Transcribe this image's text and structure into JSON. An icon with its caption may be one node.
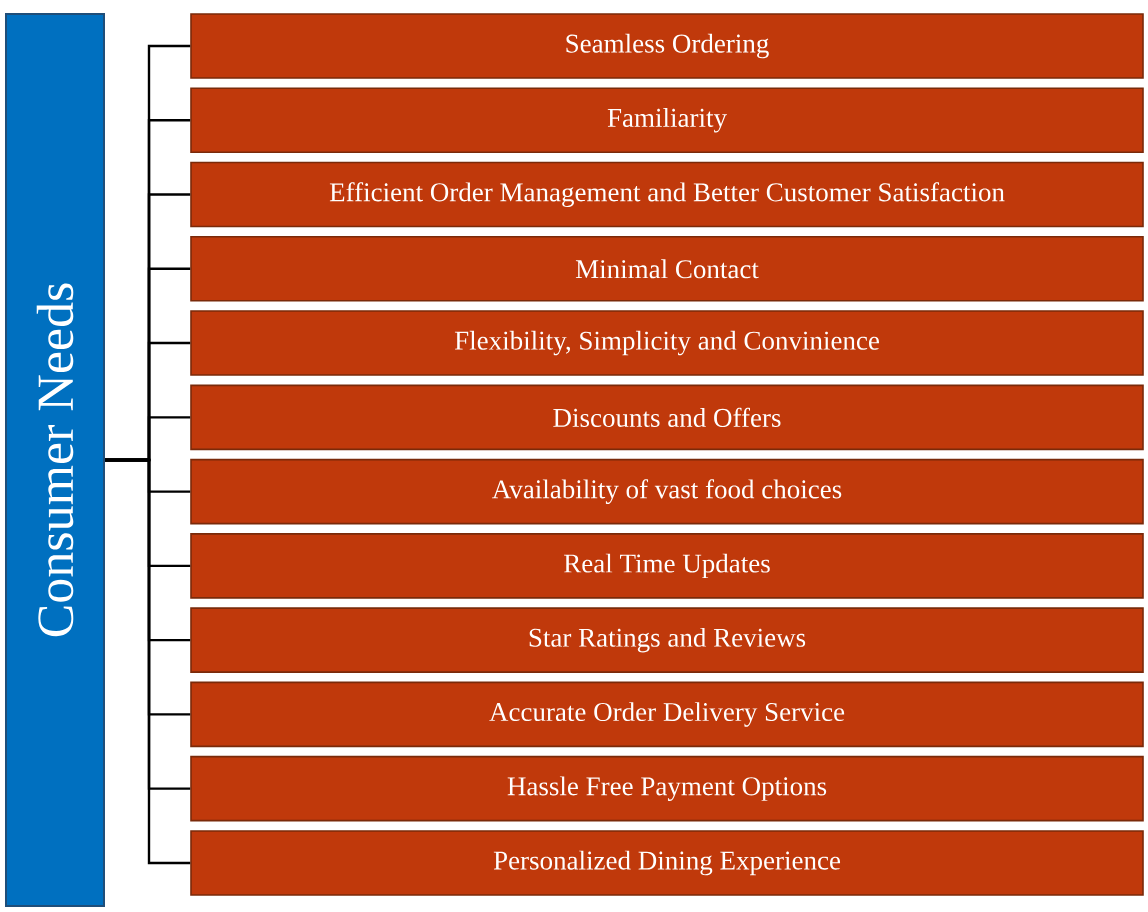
{
  "diagram": {
    "nodes": [
      {
        "text": [
          "Consumer Needs"
        ]
      },
      {
        "text": [
          "Seamless Ordering"
        ]
      },
      {
        "text": [
          "Familiarity"
        ]
      },
      {
        "text": [
          "Efficient Order Management and Better Customer Satisfaction"
        ]
      },
      {
        "text": [
          "Minimal Contact"
        ]
      },
      {
        "text": [
          "Flexibility, Simplicity and Convinience"
        ]
      },
      {
        "text": [
          "Discounts and Offers"
        ]
      },
      {
        "text": [
          "Availability of vast food choices"
        ]
      },
      {
        "text": [
          "Real Time Updates"
        ]
      },
      {
        "text": [
          "Star Ratings and Reviews"
        ]
      },
      {
        "text": [
          "Accurate Order Delivery Service"
        ]
      },
      {
        "text": [
          "Hassle Free Payment Options"
        ]
      },
      {
        "text": [
          "Personalized Dining Experience"
        ]
      }
    ],
    "edges": [
      {
        "from": 0,
        "to": 1,
        "arrow": "none"
      },
      {
        "from": 0,
        "to": 2,
        "arrow": "none"
      },
      {
        "from": 0,
        "to": 3,
        "arrow": "none"
      },
      {
        "from": 0,
        "to": 4,
        "arrow": "none"
      },
      {
        "from": 0,
        "to": 5,
        "arrow": "none"
      },
      {
        "from": 0,
        "to": 6,
        "arrow": "none"
      },
      {
        "from": 0,
        "to": 7,
        "arrow": "none"
      },
      {
        "from": 0,
        "to": 8,
        "arrow": "none"
      },
      {
        "from": 0,
        "to": 9,
        "arrow": "none"
      },
      {
        "from": 0,
        "to": 10,
        "arrow": "none"
      },
      {
        "from": 0,
        "to": 11,
        "arrow": "none"
      },
      {
        "from": 0,
        "to": 12,
        "arrow": "none"
      }
    ]
  }
}
